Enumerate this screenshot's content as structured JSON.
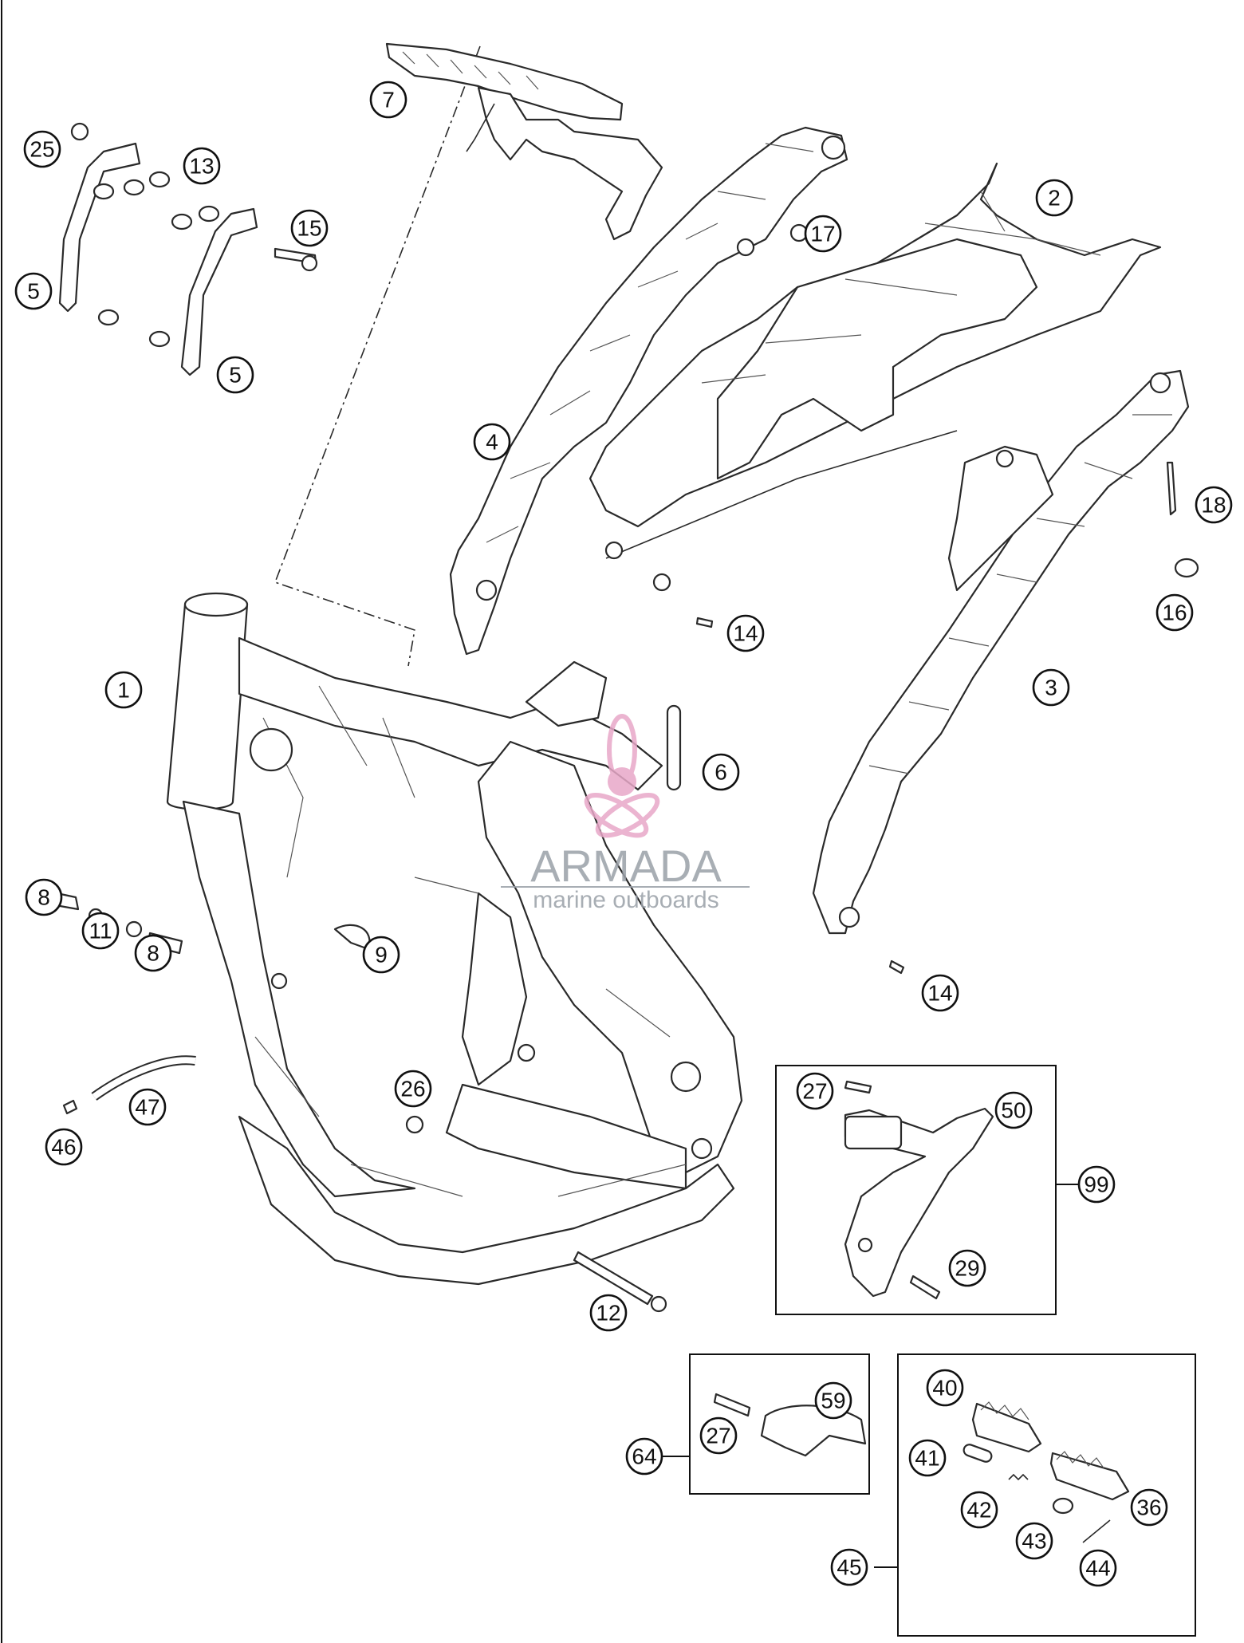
{
  "diagram": {
    "type": "exploded-parts-diagram",
    "watermark": {
      "brand": "ARMADA",
      "tagline": "marine outboards",
      "logo_color": "#e8a8c8"
    },
    "callouts": [
      {
        "id": "c1",
        "label": "1"
      },
      {
        "id": "c2",
        "label": "2"
      },
      {
        "id": "c3",
        "label": "3"
      },
      {
        "id": "c4",
        "label": "4"
      },
      {
        "id": "c5a",
        "label": "5"
      },
      {
        "id": "c5b",
        "label": "5"
      },
      {
        "id": "c6",
        "label": "6"
      },
      {
        "id": "c7",
        "label": "7"
      },
      {
        "id": "c8a",
        "label": "8"
      },
      {
        "id": "c8b",
        "label": "8"
      },
      {
        "id": "c9",
        "label": "9"
      },
      {
        "id": "c11",
        "label": "11"
      },
      {
        "id": "c12",
        "label": "12"
      },
      {
        "id": "c13",
        "label": "13"
      },
      {
        "id": "c14a",
        "label": "14"
      },
      {
        "id": "c14b",
        "label": "14"
      },
      {
        "id": "c15",
        "label": "15"
      },
      {
        "id": "c16",
        "label": "16"
      },
      {
        "id": "c17",
        "label": "17"
      },
      {
        "id": "c18",
        "label": "18"
      },
      {
        "id": "c25",
        "label": "25"
      },
      {
        "id": "c26",
        "label": "26"
      },
      {
        "id": "c27a",
        "label": "27"
      },
      {
        "id": "c29",
        "label": "29"
      },
      {
        "id": "c50",
        "label": "50"
      },
      {
        "id": "c99",
        "label": "99"
      },
      {
        "id": "c40",
        "label": "40"
      },
      {
        "id": "c41",
        "label": "41"
      },
      {
        "id": "c42",
        "label": "42"
      },
      {
        "id": "c43",
        "label": "43"
      },
      {
        "id": "c44",
        "label": "44"
      },
      {
        "id": "c36",
        "label": "36"
      },
      {
        "id": "c45",
        "label": "45"
      },
      {
        "id": "c46",
        "label": "46"
      },
      {
        "id": "c47",
        "label": "47"
      },
      {
        "id": "c59",
        "label": "59"
      },
      {
        "id": "c27b",
        "label": "27"
      },
      {
        "id": "c64",
        "label": "64"
      }
    ]
  }
}
